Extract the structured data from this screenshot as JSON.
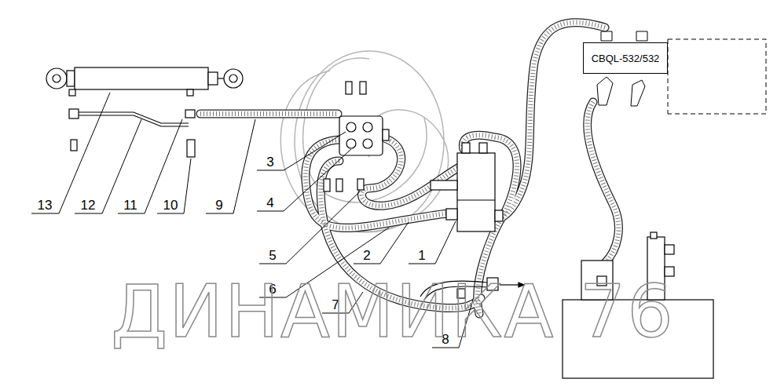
{
  "diagram": {
    "nodes": [
      {
        "text": [
          "CBQL-532/532"
        ]
      }
    ],
    "labels": [
      "13",
      "12",
      "11",
      "10",
      "9",
      "3",
      "4",
      "5",
      "6",
      "2",
      "1",
      "7",
      "8",
      "ДИНАМИКА 76"
    ]
  }
}
